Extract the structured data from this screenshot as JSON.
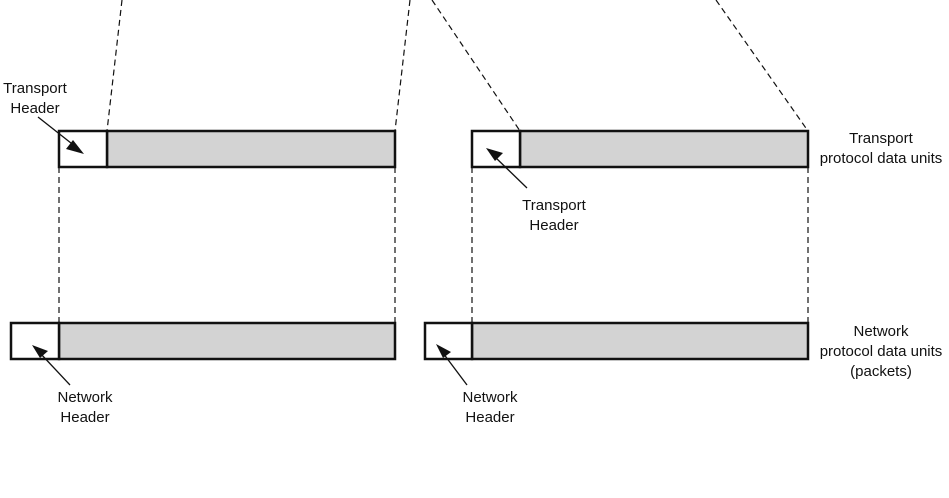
{
  "labels": {
    "transport_header": "Transport\nHeader",
    "network_header": "Network\nHeader",
    "transport_pdu": "Transport\nprotocol data units",
    "network_pdu": "Network\nprotocol data units\n(packets)"
  },
  "colors": {
    "header_fill": "#ffffff",
    "payload_fill": "#d3d3d3",
    "stroke": "#111111"
  }
}
